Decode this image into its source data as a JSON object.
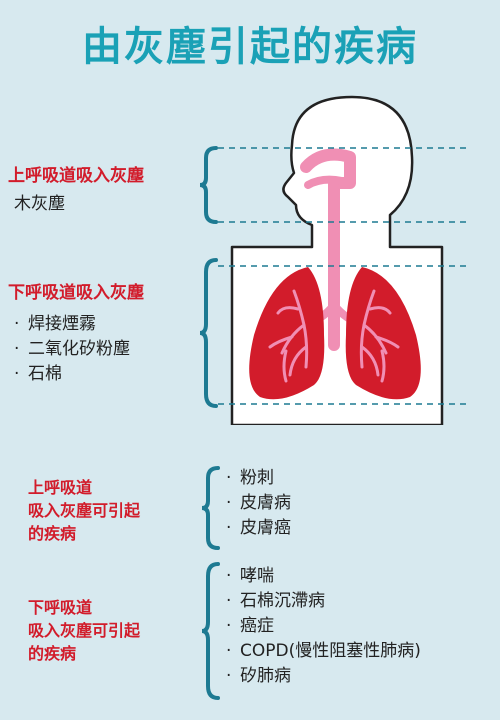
{
  "title": "由灰塵引起的疾病",
  "upper_section": {
    "label": "上呼吸道吸入灰塵",
    "items": [
      "木灰塵"
    ]
  },
  "lower_section": {
    "label": "下呼吸道吸入灰塵",
    "items": [
      "焊接煙霧",
      "二氧化矽粉塵",
      "石棉"
    ]
  },
  "upper_diseases": {
    "label_lines": [
      "上呼吸道",
      "吸入灰塵可引起",
      "的疾病"
    ],
    "items": [
      "粉刺",
      "皮膚病",
      "皮膚癌"
    ]
  },
  "lower_diseases": {
    "label_lines": [
      "下呼吸道",
      "吸入灰塵可引起",
      "的疾病"
    ],
    "items": [
      "哮喘",
      "石棉沉滯病",
      "癌症",
      "COPD(慢性阻塞性肺病)",
      "矽肺病"
    ]
  },
  "colors": {
    "background": "#d7e9ef",
    "title": "#1aa1b6",
    "label_red": "#d21c2b",
    "brace_teal": "#1d7a92",
    "airway_pink": "#f08fb4",
    "lung_red": "#d21c2b"
  },
  "icons": [
    "curly-brace-icon",
    "human-torso-illustration",
    "lungs-icon"
  ]
}
